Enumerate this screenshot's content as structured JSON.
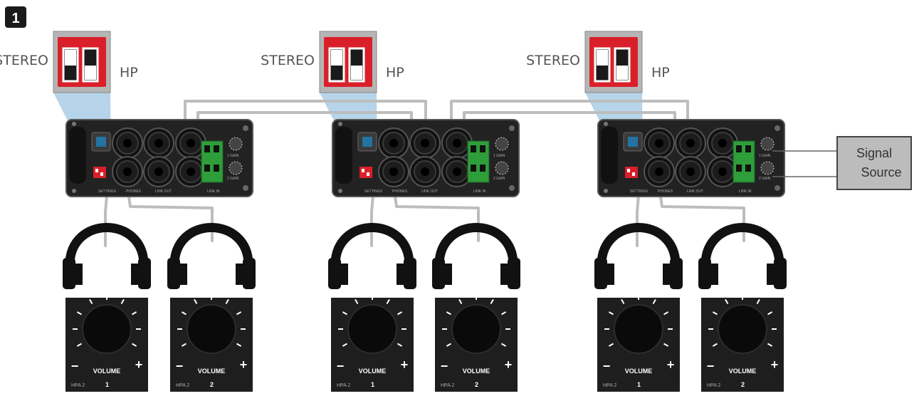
{
  "step_badge": "1",
  "dip_labels": {
    "left": "STEREO",
    "right": "HP"
  },
  "units": [
    {
      "name": "unit-1",
      "switch_label": "SETTINGS",
      "phones_label": "PHONES",
      "link_label": "LINK OUT",
      "input_label": "LINE IN"
    },
    {
      "name": "unit-2",
      "switch_label": "SETTINGS",
      "phones_label": "PHONES",
      "link_label": "LINK OUT",
      "input_label": "LINE IN"
    },
    {
      "name": "unit-3",
      "switch_label": "SETTINGS",
      "phones_label": "PHONES",
      "link_label": "LINK OUT",
      "input_label": "LINE IN"
    }
  ],
  "knob_labels": {
    "upper": "1 GAIN",
    "lower": "2 GAIN"
  },
  "signal_source": {
    "line1": "Signal",
    "line2": "Source"
  },
  "volume_panels": [
    {
      "label": "VOLUME",
      "minus": "−",
      "plus": "+",
      "prefix": "HPA 2",
      "number": "1"
    },
    {
      "label": "VOLUME",
      "minus": "−",
      "plus": "+",
      "prefix": "HPA 2",
      "number": "2"
    },
    {
      "label": "VOLUME",
      "minus": "−",
      "plus": "+",
      "prefix": "HPA 2",
      "number": "1"
    },
    {
      "label": "VOLUME",
      "minus": "−",
      "plus": "+",
      "prefix": "HPA 2",
      "number": "2"
    },
    {
      "label": "VOLUME",
      "minus": "−",
      "plus": "+",
      "prefix": "HPA 2",
      "number": "1"
    },
    {
      "label": "VOLUME",
      "minus": "−",
      "plus": "+",
      "prefix": "HPA 2",
      "number": "2"
    }
  ],
  "colors": {
    "panel": "#222222",
    "dip_red": "#d9202a",
    "terminal_green": "#2e9e3a",
    "cable": "#bdbdbd",
    "callout": "#a9cde6",
    "source_box": "#bcbcbc"
  }
}
